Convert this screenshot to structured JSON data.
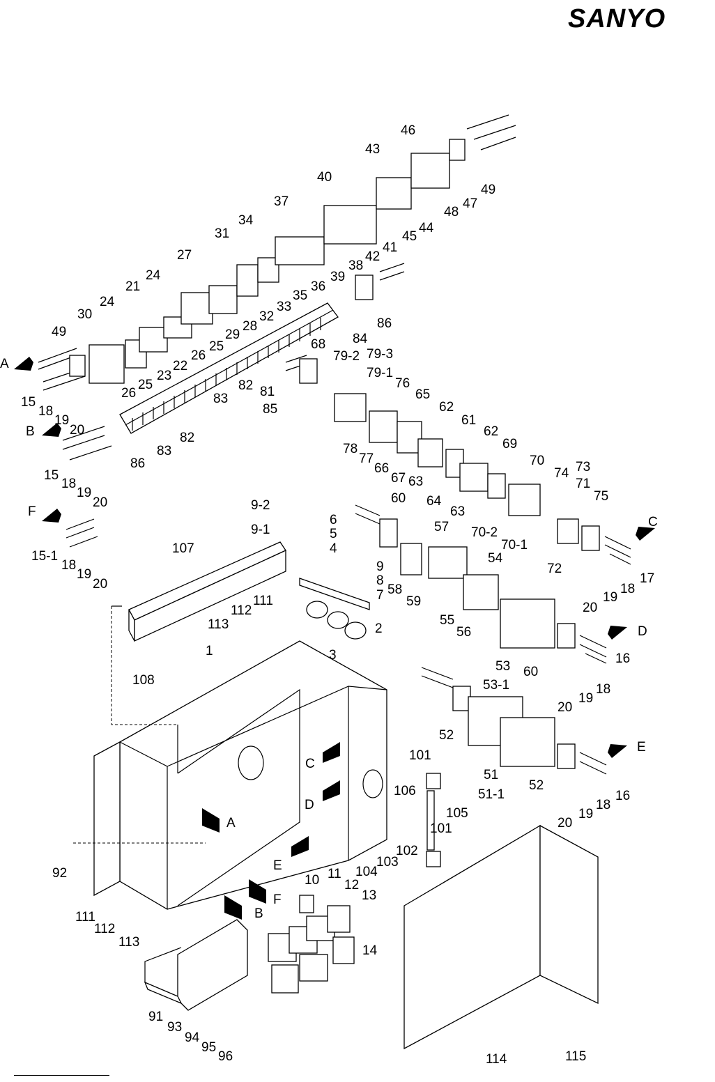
{
  "brand": "SANYO",
  "callouts": [
    "1",
    "2",
    "3",
    "4",
    "5",
    "6",
    "7",
    "8",
    "9",
    "9-1",
    "9-2",
    "10",
    "11",
    "12",
    "13",
    "14",
    "15",
    "15-1",
    "16",
    "17",
    "18",
    "19",
    "20",
    "21",
    "22",
    "23",
    "24",
    "25",
    "26",
    "27",
    "28",
    "29",
    "30",
    "31",
    "32",
    "33",
    "34",
    "35",
    "36",
    "37",
    "38",
    "39",
    "40",
    "41",
    "42",
    "43",
    "44",
    "45",
    "46",
    "47",
    "48",
    "49",
    "51",
    "51-1",
    "52",
    "53",
    "53-1",
    "54",
    "55",
    "56",
    "57",
    "58",
    "59",
    "60",
    "61",
    "62",
    "63",
    "64",
    "65",
    "66",
    "67",
    "68",
    "69",
    "70",
    "70-1",
    "70-2",
    "71",
    "72",
    "73",
    "74",
    "75",
    "76",
    "77",
    "78",
    "79-1",
    "79-2",
    "79-3",
    "81",
    "82",
    "83",
    "84",
    "85",
    "86",
    "91",
    "92",
    "93",
    "94",
    "95",
    "96",
    "101",
    "102",
    "103",
    "104",
    "105",
    "106",
    "107",
    "108",
    "111",
    "112",
    "113",
    "114",
    "115"
  ],
  "view_markers": [
    "A",
    "B",
    "C",
    "D",
    "E",
    "F"
  ]
}
